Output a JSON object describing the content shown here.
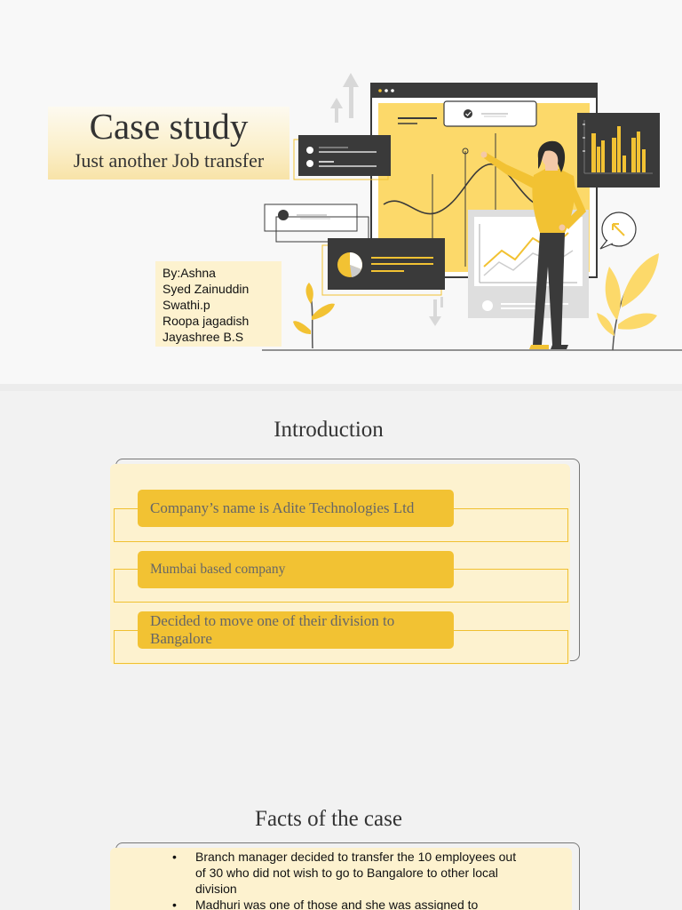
{
  "slide1": {
    "title": "Case study",
    "subtitle": "Just another Job transfer",
    "authors": [
      "By:Ashna",
      "Syed Zainuddin",
      "Swathi.p",
      "Roopa jagadish",
      "Jayashree B.S"
    ],
    "colors": {
      "accent": "#f2c233",
      "dark": "#3a3a3a",
      "pale": "#fdf2cf"
    }
  },
  "slide2": {
    "title": "Introduction",
    "items": [
      "Company’s name is Adite Technologies Ltd",
      "Mumbai based company",
      "Decided to move one of their division to Bangalore"
    ]
  },
  "slide3": {
    "title": "Facts of the case",
    "bullet_glyph": "•",
    "bullets": [
      "Branch manager decided to transfer the 10 employees out of 30 who did not wish to go to Bangalore to other local division",
      "Madhuri was one of those and she was assigned to"
    ]
  }
}
